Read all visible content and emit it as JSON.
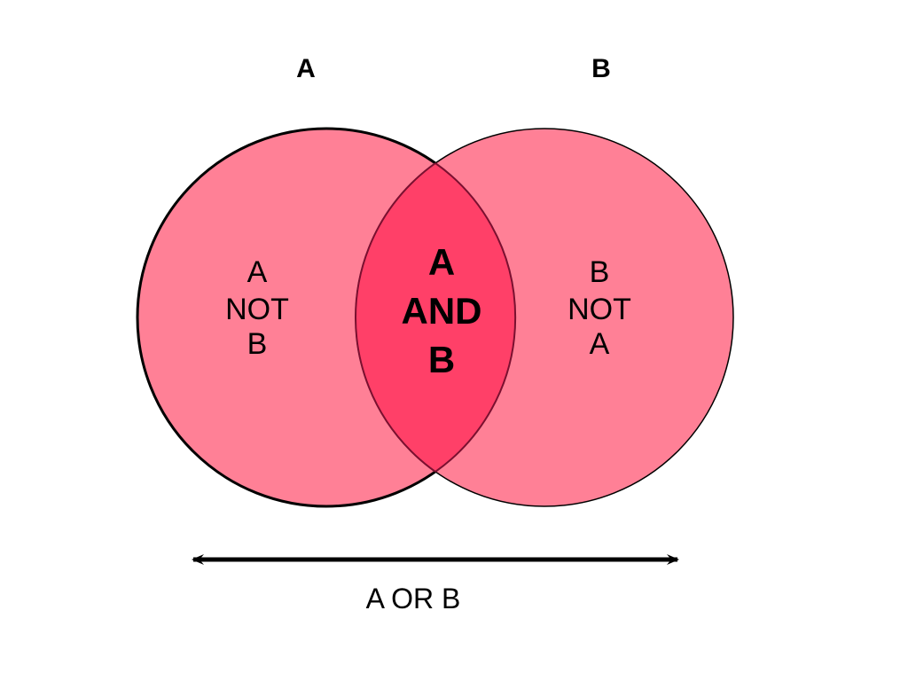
{
  "labels": {
    "set_a": "A",
    "set_b": "B",
    "a_not_b": [
      "A",
      "NOT",
      "B"
    ],
    "b_not_a": [
      "B",
      "NOT",
      "A"
    ],
    "a_and_b": [
      "A",
      "AND",
      "B"
    ],
    "a_or_b": "A OR B"
  },
  "colors": {
    "circle_fill": "#ff8096",
    "intersection_fill": "#ff4068",
    "outline": "#000000",
    "intersection_outline": "#7a1030"
  }
}
